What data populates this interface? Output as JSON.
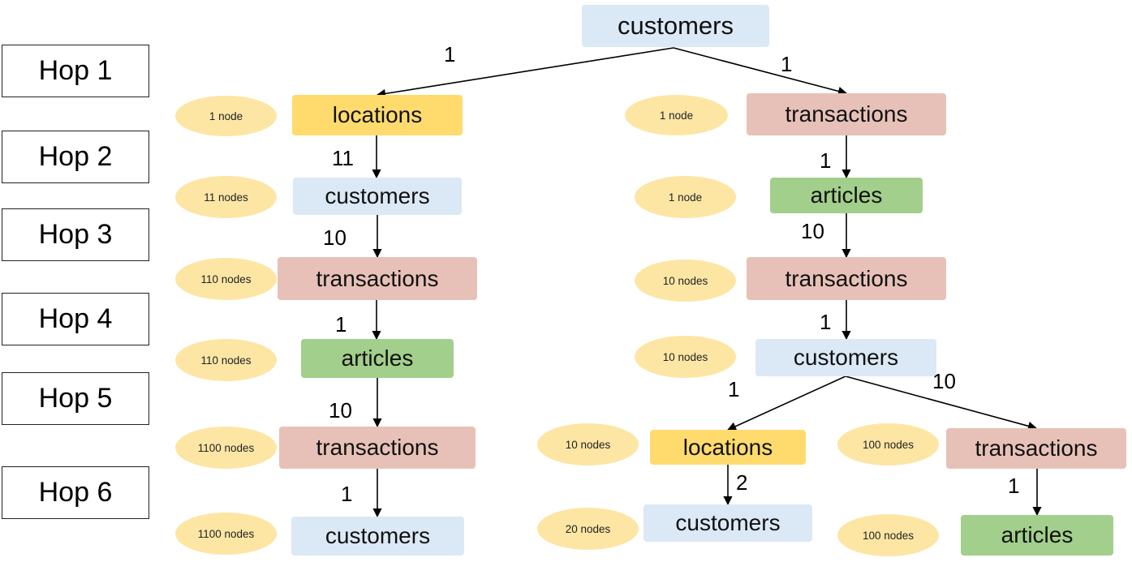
{
  "colors": {
    "customers": "#dbe8f6",
    "locations": "#ffdb6e",
    "transactions": "#e7c1b7",
    "articles": "#a2cf8b",
    "count_bubble": "#fde6a4",
    "edge": "#000000"
  },
  "hops": [
    "Hop 1",
    "Hop 2",
    "Hop 3",
    "Hop 4",
    "Hop 5",
    "Hop 6"
  ],
  "nodes": {
    "root": "customers",
    "l_h1": "locations",
    "l_h2": "customers",
    "l_h3": "transactions",
    "l_h4": "articles",
    "l_h5": "transactions",
    "l_h6": "customers",
    "r_h1": "transactions",
    "r_h2": "articles",
    "r_h3": "transactions",
    "r_h4": "customers",
    "ra_h5": "locations",
    "ra_h6": "customers",
    "rb_h5": "transactions",
    "rb_h6": "articles"
  },
  "counts": {
    "l_h1": "1 node",
    "l_h2": "11 nodes",
    "l_h3": "110 nodes",
    "l_h4": "110 nodes",
    "l_h5": "1100 nodes",
    "l_h6": "1100 nodes",
    "r_h1": "1 node",
    "r_h2": "1 node",
    "r_h3": "10 nodes",
    "r_h4": "10 nodes",
    "ra_h5": "10 nodes",
    "ra_h6": "20 nodes",
    "rb_h5": "100 nodes",
    "rb_h6": "100 nodes"
  },
  "edges": {
    "root_l_h1": "1",
    "root_r_h1": "1",
    "l_h1_l_h2": "11",
    "l_h2_l_h3": "10",
    "l_h3_l_h4": "1",
    "l_h4_l_h5": "10",
    "l_h5_l_h6": "1",
    "r_h1_r_h2": "1",
    "r_h2_r_h3": "10",
    "r_h3_r_h4": "1",
    "r_h4_ra_h5": "1",
    "r_h4_rb_h5": "10",
    "ra_h5_ra_h6": "2",
    "rb_h5_rb_h6": "1"
  }
}
